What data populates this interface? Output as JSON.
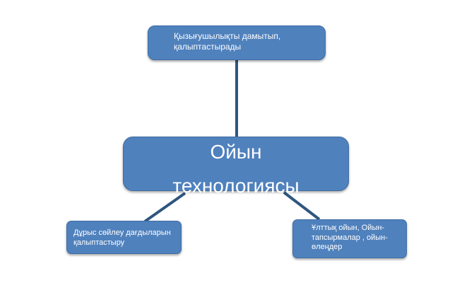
{
  "diagram": {
    "center": {
      "line1": "Ойын",
      "line2": "технологиясы"
    },
    "top": {
      "line1": "Қызығушылықты дамытып,",
      "line2": "қалыптастырады"
    },
    "left": {
      "line1": "Дұрыс сөйлеу дағдыларын",
      "line2": "қалыптастыру"
    },
    "right": {
      "line1": "Ұлттық ойын, Ойын-",
      "line2": "тапсырмалар , ойын-",
      "line3": "өлеңдер"
    }
  },
  "colors": {
    "node_fill": "#4f81bd",
    "connector": "#2f5680",
    "text": "#ffffff"
  }
}
